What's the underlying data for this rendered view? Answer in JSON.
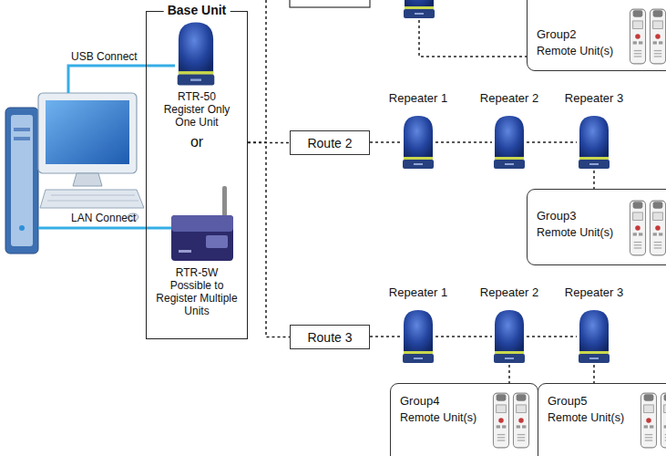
{
  "diagram": {
    "nodes": [
      {
        "text": [
          "Group2",
          "Remote Unit(s)"
        ]
      },
      {
        "text": [
          "Base Unit"
        ]
      },
      {
        "text": [
          "Route 2"
        ]
      },
      {
        "text": [
          "Repeater 1"
        ]
      },
      {
        "text": [
          "Repeater 2"
        ]
      },
      {
        "text": [
          "Repeater 3"
        ]
      },
      {
        "text": [
          "Group3",
          "Remote Unit(s)"
        ]
      },
      {
        "text": [
          "Route 3"
        ]
      },
      {
        "text": [
          "Repeater 1"
        ]
      },
      {
        "text": [
          "Repeater 2"
        ]
      },
      {
        "text": [
          "Repeater 3"
        ]
      },
      {
        "text": [
          "Group4",
          "Remote Unit(s)"
        ]
      },
      {
        "text": [
          "Group5",
          "Remote Unit(s)"
        ]
      }
    ],
    "edges": [
      {
        "from": 1,
        "to": 2,
        "arrow": "none"
      },
      {
        "from": 2,
        "to": 3,
        "arrow": "none"
      },
      {
        "from": 3,
        "to": 4,
        "arrow": "none"
      },
      {
        "from": 4,
        "to": 5,
        "arrow": "none"
      },
      {
        "from": 5,
        "to": 6,
        "arrow": "none"
      },
      {
        "from": 1,
        "to": 7,
        "arrow": "none"
      },
      {
        "from": 7,
        "to": 8,
        "arrow": "none"
      },
      {
        "from": 8,
        "to": 9,
        "arrow": "none"
      },
      {
        "from": 9,
        "to": 10,
        "arrow": "none"
      },
      {
        "from": 9,
        "to": 11,
        "arrow": "none"
      },
      {
        "from": 10,
        "to": 12,
        "arrow": "none"
      }
    ],
    "labels": [
      "USB Connect",
      "LAN Connect",
      "RTR-50",
      "Register Only One Unit",
      "or",
      "RTR-5W",
      "Possible to Register Multiple Units"
    ]
  }
}
